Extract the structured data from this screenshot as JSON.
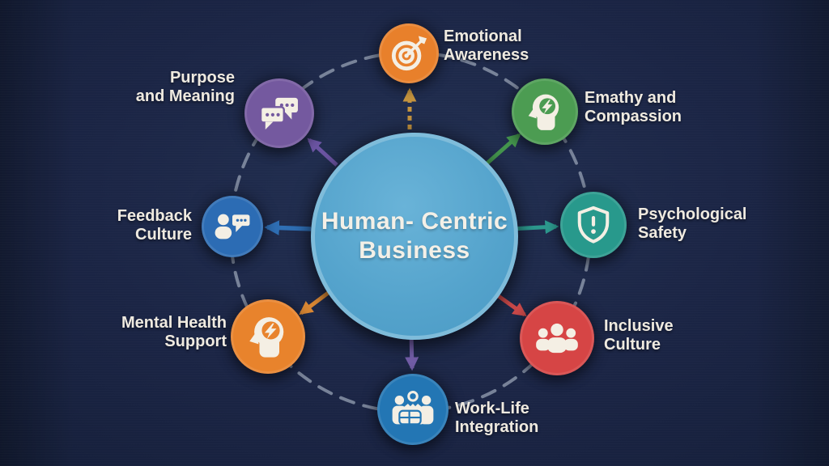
{
  "background_color": "#1B2545",
  "text_color": "#EFEAE0",
  "ring": {
    "color": "#97A2B4",
    "style": "dashed"
  },
  "center": {
    "label_line1": "Human-",
    "label_line2": "Centric",
    "label_line3": "Business",
    "color": "#54A3CC",
    "border_color": "#7FBCDA"
  },
  "nodes": [
    {
      "id": "emotional-awareness",
      "label_line1": "Emotional",
      "label_line2": "Awareness",
      "color": "#E8802B",
      "icon": "target-dart-icon",
      "position": "top",
      "arrow": {
        "color": "#C6953F",
        "style": "dashed"
      }
    },
    {
      "id": "empathy-compassion",
      "label_line1": "Emathy and",
      "label_line2": "Compassion",
      "color": "#4C9C52",
      "icon": "head-lightning-icon",
      "position": "top-right",
      "arrow": {
        "color": "#45964E",
        "style": "solid"
      }
    },
    {
      "id": "psychological-safety",
      "label_line1": "Psychological",
      "label_line2": "Safety",
      "color": "#28998C",
      "icon": "shield-exclamation-icon",
      "position": "right",
      "arrow": {
        "color": "#2D9A8F",
        "style": "solid"
      }
    },
    {
      "id": "inclusive-culture",
      "label_line1": "Inclusive",
      "label_line2": "Culture",
      "color": "#D64545",
      "icon": "people-group-icon",
      "position": "bottom-right",
      "arrow": {
        "color": "#CE4B4B",
        "style": "solid"
      }
    },
    {
      "id": "work-life-integration",
      "label_line1": "Work-Life",
      "label_line2": "Integration",
      "color": "#2376B4",
      "icon": "meeting-table-icon",
      "position": "bottom",
      "arrow": {
        "color": "#7560AC",
        "style": "solid"
      }
    },
    {
      "id": "mental-health-support",
      "label_line1": "Mental Health",
      "label_line2": "Support",
      "color": "#E8832C",
      "icon": "head-lightning-icon",
      "position": "bottom-left",
      "arrow": {
        "color": "#DD8A35",
        "style": "solid"
      }
    },
    {
      "id": "feedback-culture",
      "label_line1": "Feedback",
      "label_line2": "Culture",
      "color": "#2C6CB4",
      "icon": "person-chat-icon",
      "position": "left",
      "arrow": {
        "color": "#2F6FB5",
        "style": "solid"
      }
    },
    {
      "id": "purpose-meaning",
      "label_line1": "Purpose",
      "label_line2": "and Meaning",
      "color": "#74599F",
      "icon": "chat-bubbles-icon",
      "position": "top-left",
      "arrow": {
        "color": "#6C55A4",
        "style": "solid"
      }
    }
  ]
}
